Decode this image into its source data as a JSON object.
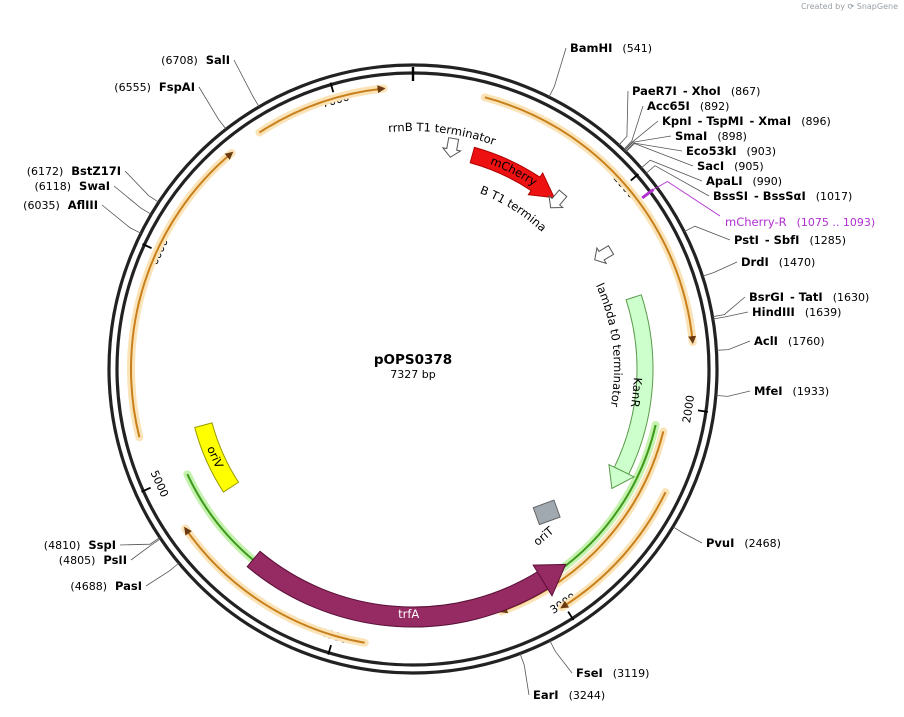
{
  "header": {
    "created_by": "Created by",
    "brand": "SnapGene"
  },
  "plasmid": {
    "name": "pOPS0378",
    "length_label": "7327 bp",
    "length": 7327
  },
  "ticks": [
    1000,
    2000,
    3000,
    4000,
    5000,
    6000,
    7000
  ],
  "enzymes": [
    {
      "name": "BamHI",
      "pos": "(541)"
    },
    {
      "name": "PaeR7I",
      "name2": "XhoI",
      "pos": "(867)"
    },
    {
      "name": "Acc65I",
      "pos": "(892)"
    },
    {
      "name": "KpnI",
      "name2": "TspMI",
      "name3": "XmaI",
      "pos": "(896)"
    },
    {
      "name": "SmaI",
      "pos": "(898)"
    },
    {
      "name": "Eco53kI",
      "pos": "(903)"
    },
    {
      "name": "SacI",
      "pos": "(905)"
    },
    {
      "name": "ApaLI",
      "pos": "(990)"
    },
    {
      "name": "BssSI",
      "name2": "BssSαI",
      "pos": "(1017)"
    },
    {
      "name": "PstI",
      "name2": "SbfI",
      "pos": "(1285)"
    },
    {
      "name": "DrdI",
      "pos": "(1470)"
    },
    {
      "name": "BsrGI",
      "name2": "TatI",
      "pos": "(1630)"
    },
    {
      "name": "HindIII",
      "pos": "(1639)"
    },
    {
      "name": "AclI",
      "pos": "(1760)"
    },
    {
      "name": "MfeI",
      "pos": "(1933)"
    },
    {
      "name": "PvuI",
      "pos": "(2468)"
    },
    {
      "name": "FseI",
      "pos": "(3119)"
    },
    {
      "name": "EarI",
      "pos": "(3244)"
    },
    {
      "name": "PasI",
      "pos": "(4688)"
    },
    {
      "name": "PsII",
      "pos": "(4805)"
    },
    {
      "name": "SspI",
      "pos": "(4810)"
    },
    {
      "name": "AflIII",
      "pos": "(6035)"
    },
    {
      "name": "SwaI",
      "pos": "(6118)"
    },
    {
      "name": "BstZ17I",
      "pos": "(6172)"
    },
    {
      "name": "FspAI",
      "pos": "(6555)"
    },
    {
      "name": "SalI",
      "pos": "(6708)"
    }
  ],
  "primer": {
    "name": "mCherry-R",
    "pos": "(1075 .. 1093)",
    "color": "#b030d0"
  },
  "features": [
    {
      "name": "mCherry",
      "color": "#ee1111"
    },
    {
      "name": "rrnB T1 terminator",
      "color": "#ffffff"
    },
    {
      "name": "rrnB T1 terminator",
      "color": "#ffffff"
    },
    {
      "name": "lambda t0 terminator",
      "color": "#ffffff"
    },
    {
      "name": "KanR",
      "color": "#ccffcc"
    },
    {
      "name": "oriT",
      "color": "#a0a8b0"
    },
    {
      "name": "trfA",
      "color": "#962a62"
    },
    {
      "name": "oriV",
      "color": "#ffff00"
    }
  ],
  "colors": {
    "orf_fill": "#fbe3b8",
    "orf_line": "#c8801c",
    "orf_edge": "#6b3a10",
    "cds_fill": "#c6f2b0",
    "cds_line": "#3d9a1a",
    "cds_edge": "#1f5a0a",
    "backbone": "#222222"
  }
}
